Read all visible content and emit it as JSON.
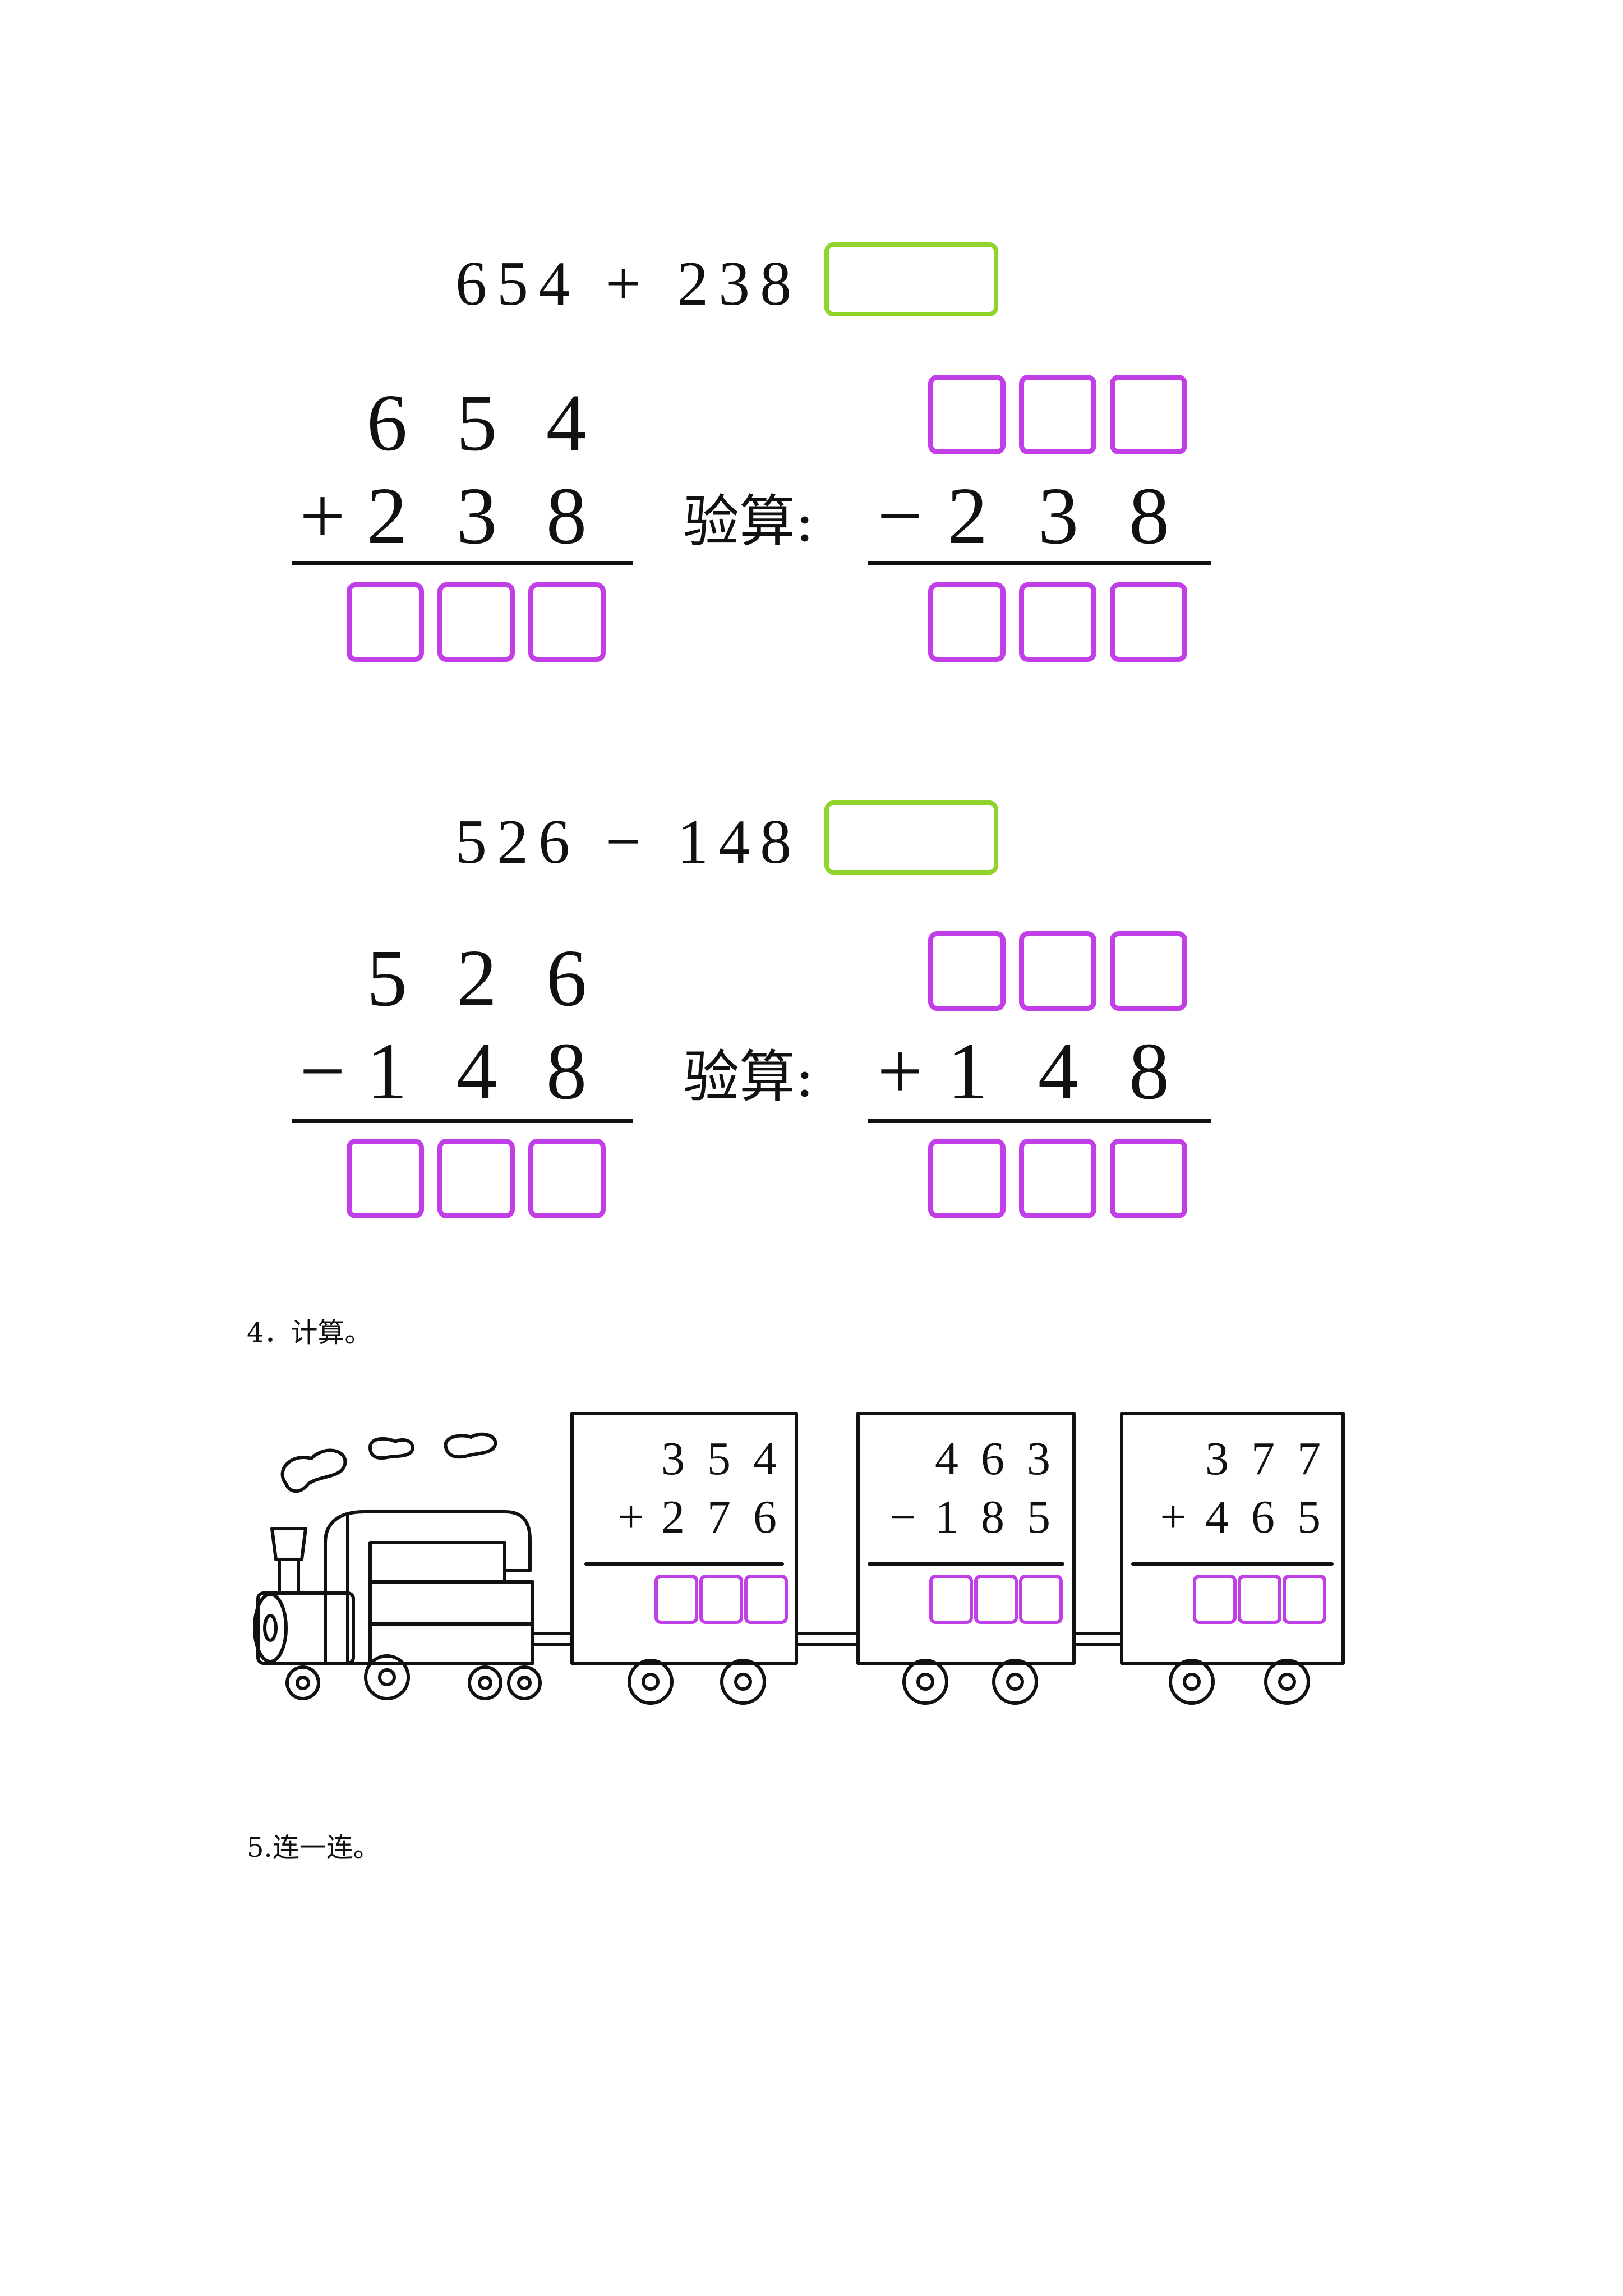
{
  "problem1": {
    "equation": "654 + 238 =",
    "vertical": {
      "top": [
        "6",
        "5",
        "4"
      ],
      "op": "+",
      "bottom": [
        "2",
        "3",
        "8"
      ]
    },
    "check_label": "验算:",
    "check": {
      "op": "−",
      "bottom": [
        "2",
        "3",
        "8"
      ]
    }
  },
  "problem2": {
    "equation": "526 − 148 =",
    "vertical": {
      "top": [
        "5",
        "2",
        "6"
      ],
      "op": "−",
      "bottom": [
        "1",
        "4",
        "8"
      ]
    },
    "check_label": "验算:",
    "check": {
      "op": "+",
      "bottom": [
        "1",
        "4",
        "8"
      ]
    }
  },
  "section4": {
    "title": "4．计算。"
  },
  "train": {
    "cars": [
      {
        "top": [
          "3",
          "5",
          "4"
        ],
        "op": "+",
        "bottom": [
          "2",
          "7",
          "6"
        ]
      },
      {
        "top": [
          "4",
          "6",
          "3"
        ],
        "op": "−",
        "bottom": [
          "1",
          "8",
          "5"
        ]
      },
      {
        "top": [
          "3",
          "7",
          "7"
        ],
        "op": "+",
        "bottom": [
          "4",
          "6",
          "5"
        ]
      }
    ]
  },
  "section5": {
    "title": "5.连一连。"
  },
  "colors": {
    "green_box": "#8fd42a",
    "purple_box": "#c23ee6",
    "ink": "#111111"
  }
}
